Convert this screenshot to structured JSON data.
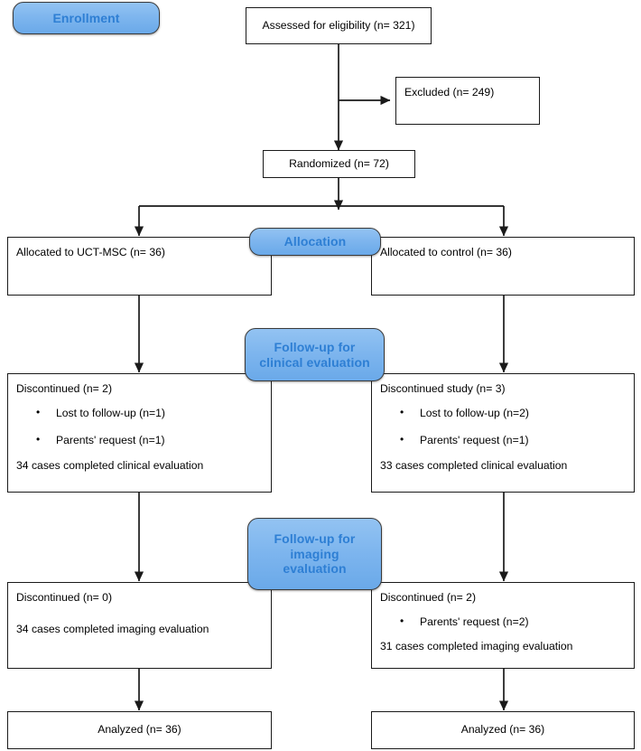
{
  "diagram": {
    "title": "CONSORT participant flow diagram",
    "accent_color": "#7db5ee",
    "badge_text_color": "#2e7fd4",
    "line_color": "#1a1a1a",
    "background": "#ffffff"
  },
  "stage_labels": {
    "enrollment": "Enrollment",
    "allocation": "Allocation",
    "followup_clinical_line1": "Follow-up for",
    "followup_clinical_line2": "clinical evaluation",
    "followup_imaging_line1": "Follow-up for",
    "followup_imaging_line2": "imaging",
    "followup_imaging_line3": "evaluation"
  },
  "enrollment": {
    "assessed": "Assessed for eligibility (n= 321)",
    "excluded": "Excluded (n= 249)",
    "randomized": "Randomized (n= 72)"
  },
  "allocation": {
    "left": "Allocated to UCT-MSC (n= 36)",
    "right": "Allocated to control (n= 36)"
  },
  "followup_clinical": {
    "left": {
      "heading": "Discontinued (n= 2)",
      "bullets": [
        "Lost to follow-up (n=1)",
        "Parents' request (n=1)"
      ],
      "summary": "34 cases completed clinical evaluation"
    },
    "right": {
      "heading": "Discontinued study (n= 3)",
      "bullets": [
        "Lost to follow-up (n=2)",
        "Parents' request (n=1)"
      ],
      "summary": "33 cases completed clinical evaluation"
    }
  },
  "followup_imaging": {
    "left": {
      "heading": "Discontinued (n= 0)",
      "bullets": [],
      "summary": "34 cases completed imaging evaluation"
    },
    "right": {
      "heading": "Discontinued (n= 2)",
      "bullets": [
        "Parents' request (n=2)"
      ],
      "summary": "31 cases completed imaging evaluation"
    }
  },
  "analysis": {
    "left": "Analyzed (n= 36)",
    "right": "Analyzed (n= 36)"
  }
}
